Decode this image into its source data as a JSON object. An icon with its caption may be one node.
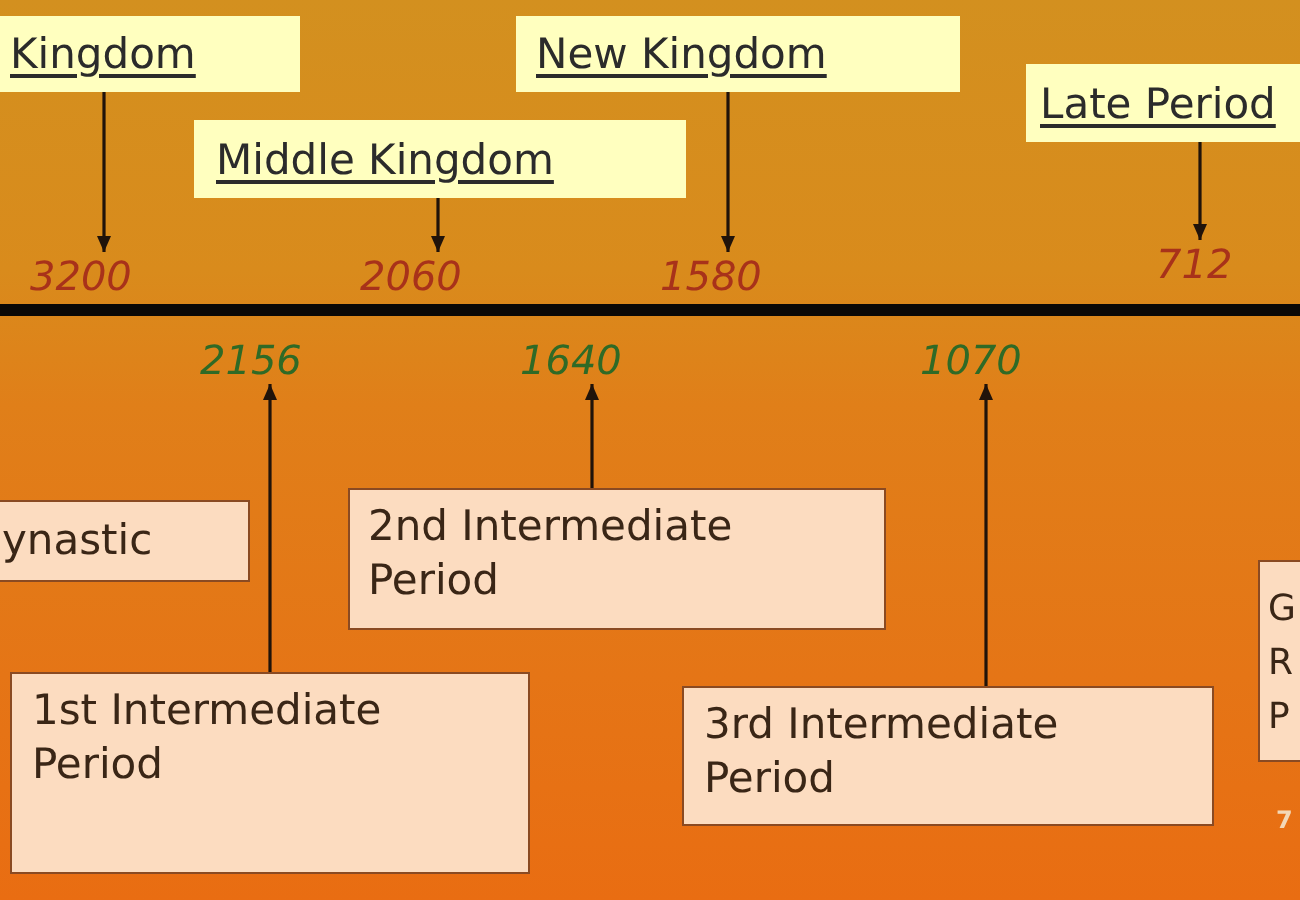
{
  "diagram": {
    "nodes": [
      {
        "text": [
          "Kingdom"
        ]
      },
      {
        "text": [
          "New Kingdom"
        ]
      },
      {
        "text": [
          "Middle Kingdom"
        ]
      },
      {
        "text": [
          "Late Period"
        ]
      },
      {
        "text": [
          "3200"
        ]
      },
      {
        "text": [
          "2060"
        ]
      },
      {
        "text": [
          "1580"
        ]
      },
      {
        "text": [
          "712"
        ]
      },
      {
        "text": [
          "2156"
        ]
      },
      {
        "text": [
          "1640"
        ]
      },
      {
        "text": [
          "1070"
        ]
      },
      {
        "text": [
          "2nd Intermediate Period"
        ]
      },
      {
        "text": [
          "ynastic"
        ]
      },
      {
        "text": [
          "G R P"
        ]
      },
      {
        "text": [
          "1st Intermediate Period"
        ]
      },
      {
        "text": [
          "3rd Intermediate Period"
        ]
      }
    ],
    "edges": [
      {
        "from": 0,
        "to": 4,
        "arrow": "to"
      },
      {
        "from": 2,
        "to": 5,
        "arrow": "to"
      },
      {
        "from": 1,
        "to": 6,
        "arrow": "to"
      },
      {
        "from": 3,
        "to": 7,
        "arrow": "to"
      },
      {
        "from": 14,
        "to": 8,
        "arrow": "to"
      },
      {
        "from": 11,
        "to": 9,
        "arrow": "to"
      },
      {
        "from": 15,
        "to": 10,
        "arrow": "to"
      }
    ],
    "labels": [
      "7"
    ]
  }
}
